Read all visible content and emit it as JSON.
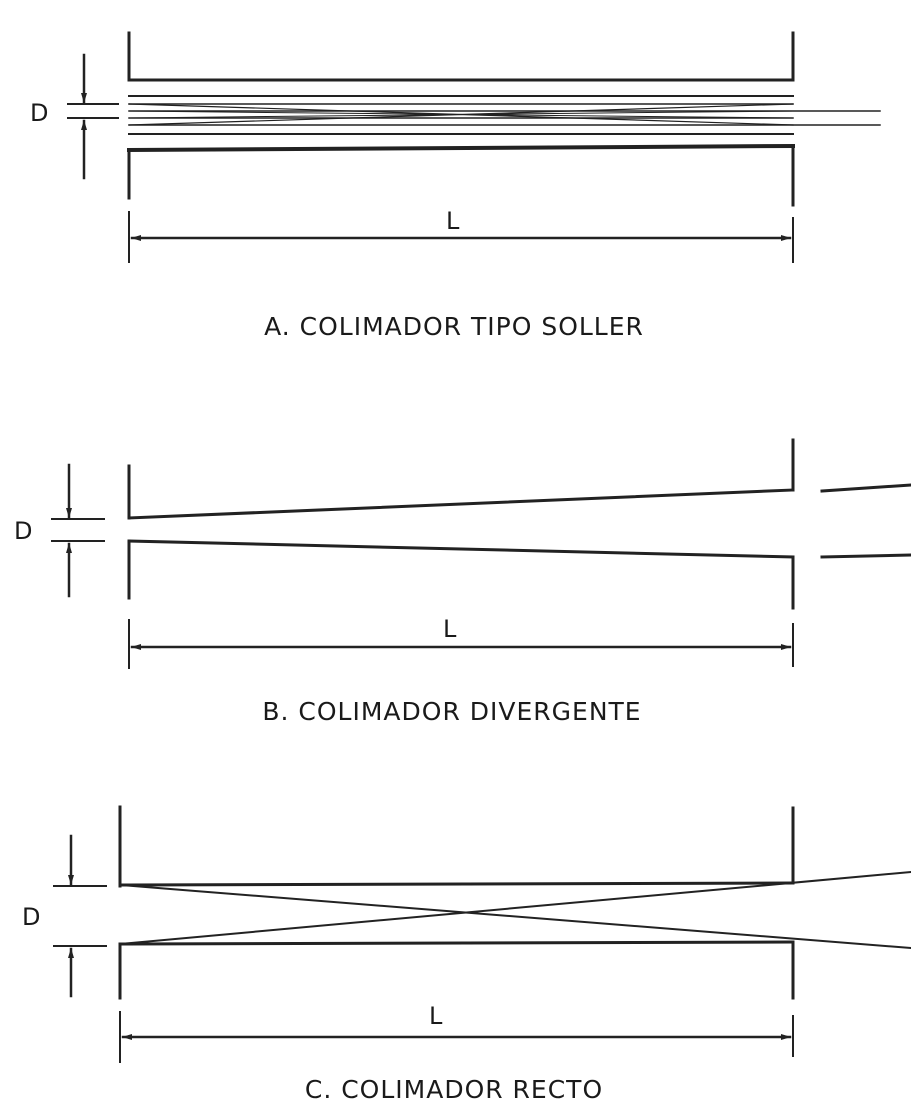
{
  "panels": [
    {
      "caption": "A. COLIMADOR TIPO SOLLER",
      "gap_label": "D",
      "length_label": "L"
    },
    {
      "caption": "B. COLIMADOR DIVERGENTE",
      "gap_label": "D",
      "length_label": "L"
    },
    {
      "caption": "C. COLIMADOR RECTO",
      "gap_label": "D",
      "length_label": "L"
    }
  ],
  "colors": {
    "line": "#222222",
    "background": "#ffffff"
  }
}
